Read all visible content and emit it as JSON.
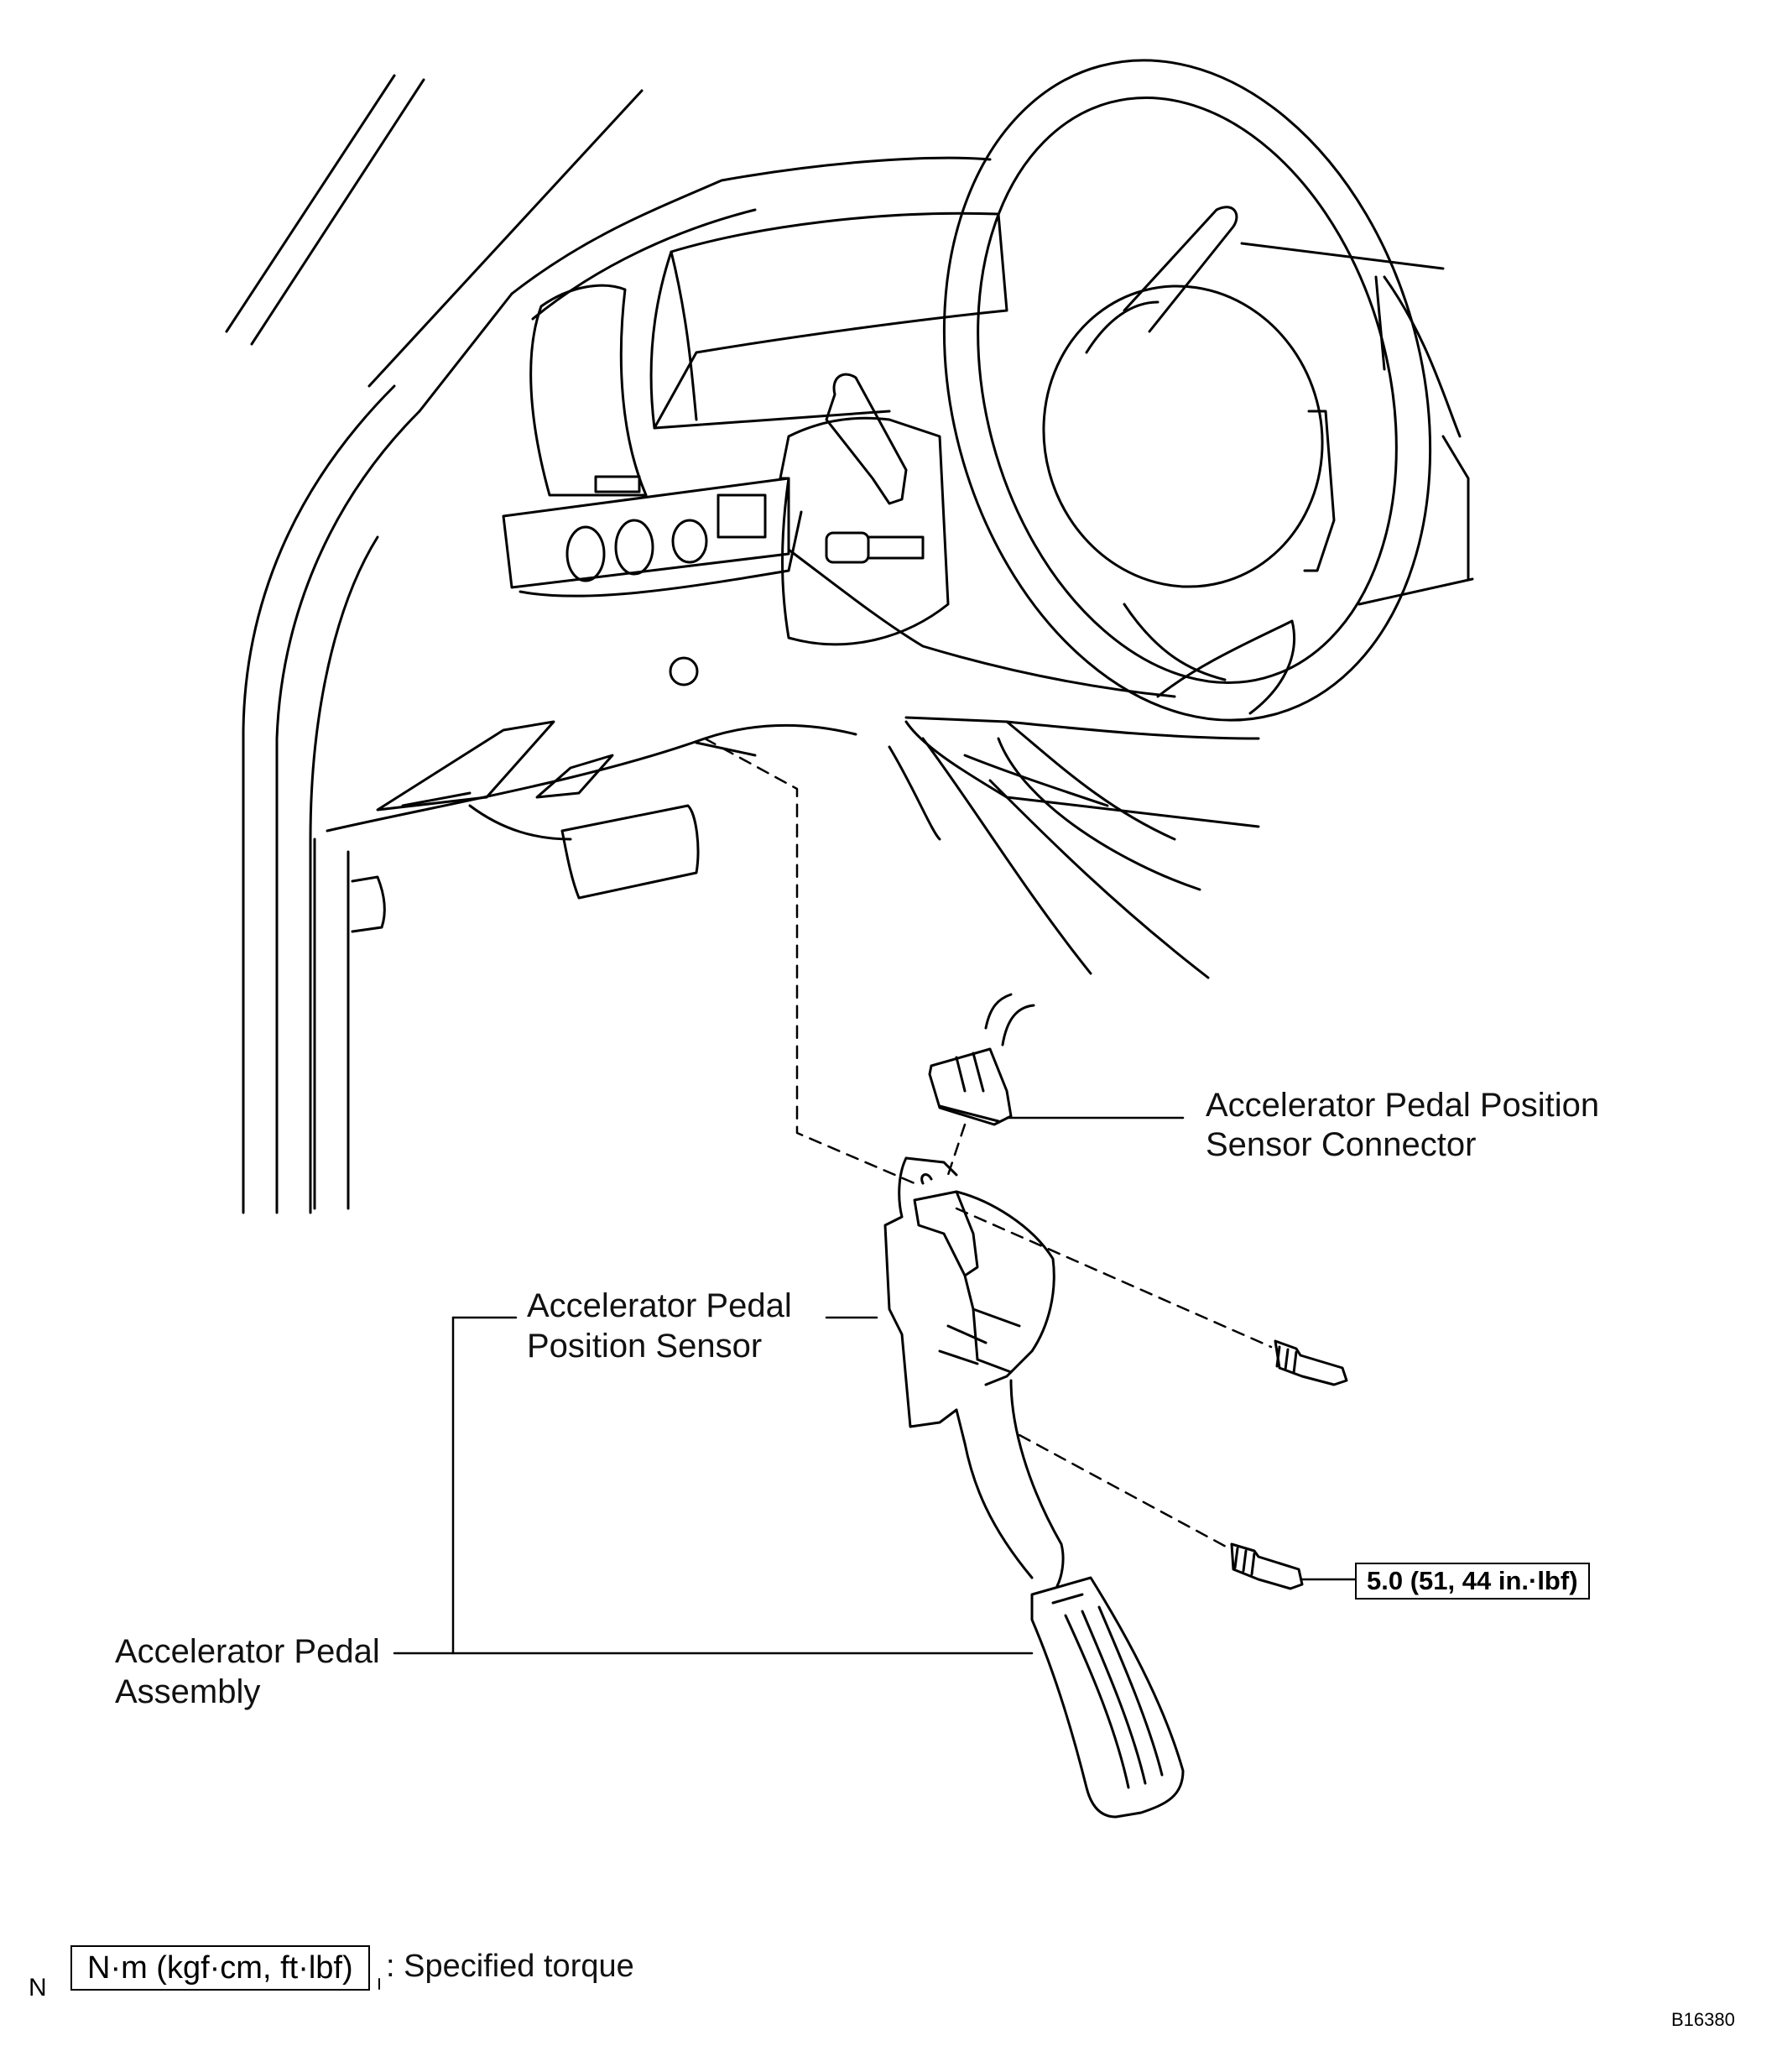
{
  "labels": {
    "connector_line1": "Accelerator Pedal Position",
    "connector_line2": "Sensor Connector",
    "sensor_line1": "Accelerator  Pedal",
    "sensor_line2": "Position Sensor",
    "assembly_line1": "Accelerator Pedal",
    "assembly_line2": "Assembly"
  },
  "torque": {
    "value": "5.0 (51, 44 in.·lbf)"
  },
  "legend": {
    "box_text": "N·m (kgf·cm, ft·lbf)",
    "description": ": Specified torque"
  },
  "corner_mark": "N",
  "figure_code": "B16380"
}
